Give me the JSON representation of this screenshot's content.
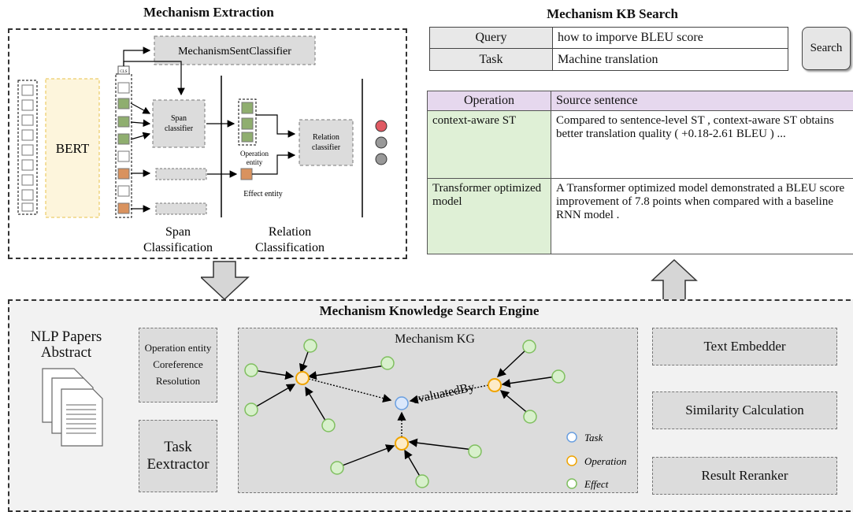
{
  "extraction": {
    "title": "Mechanism Extraction",
    "bert_label": "BERT",
    "cls_label": "CLS",
    "sent_classifier": "MechanismSentClassifier",
    "span_classifier": "Span classifier",
    "relation_classifier": "Relation classifier",
    "operation_entity": "Operation entity",
    "effect_entity": "Effect entity",
    "span_section": "Span Classification",
    "relation_section": "Relation Classification"
  },
  "kb_search": {
    "title": "Mechanism KB Search",
    "query_label": "Query",
    "query_value": "how to imporve BLEU score",
    "task_label": "Task",
    "task_value": "Machine translation",
    "search_button": "Search",
    "table": {
      "headers": [
        "Operation",
        "Source sentence"
      ],
      "rows": [
        {
          "operation": "context-aware ST",
          "sentence": "Compared to sentence-level ST , context-aware ST obtains better translation quality ( +0.18-2.61 BLEU ) ..."
        },
        {
          "operation": "Transformer optimized model",
          "sentence": "A Transformer optimized model demonstrated a BLEU score improvement of 7.8 points when compared with a baseline RNN model ."
        }
      ]
    }
  },
  "engine": {
    "title": "Mechanism Knowledge Search Engine",
    "papers_label": "NLP Papers Abstract",
    "coref": "Operation entity Coreference Resolution",
    "task_extractor": "Task Eextractor",
    "kg_title": "Mechanism KG",
    "edge_label": "evaluatedBy",
    "legend": [
      "Task",
      "Operation",
      "Effect"
    ],
    "text_embedder": "Text Embedder",
    "similarity": "Similarity Calculation",
    "reranker": "Result Reranker"
  },
  "colors": {
    "bert_fill": "#fdf5dc",
    "bert_border": "#e8c24a",
    "green_token": "#8fae6f",
    "orange_token": "#d9925e",
    "task_node": "#6a9fe0",
    "operation_node": "#f0a400",
    "effect_node": "#7fbf5f",
    "header_fill": "#e6d8ee",
    "op_cell_fill": "#dff0d6"
  }
}
